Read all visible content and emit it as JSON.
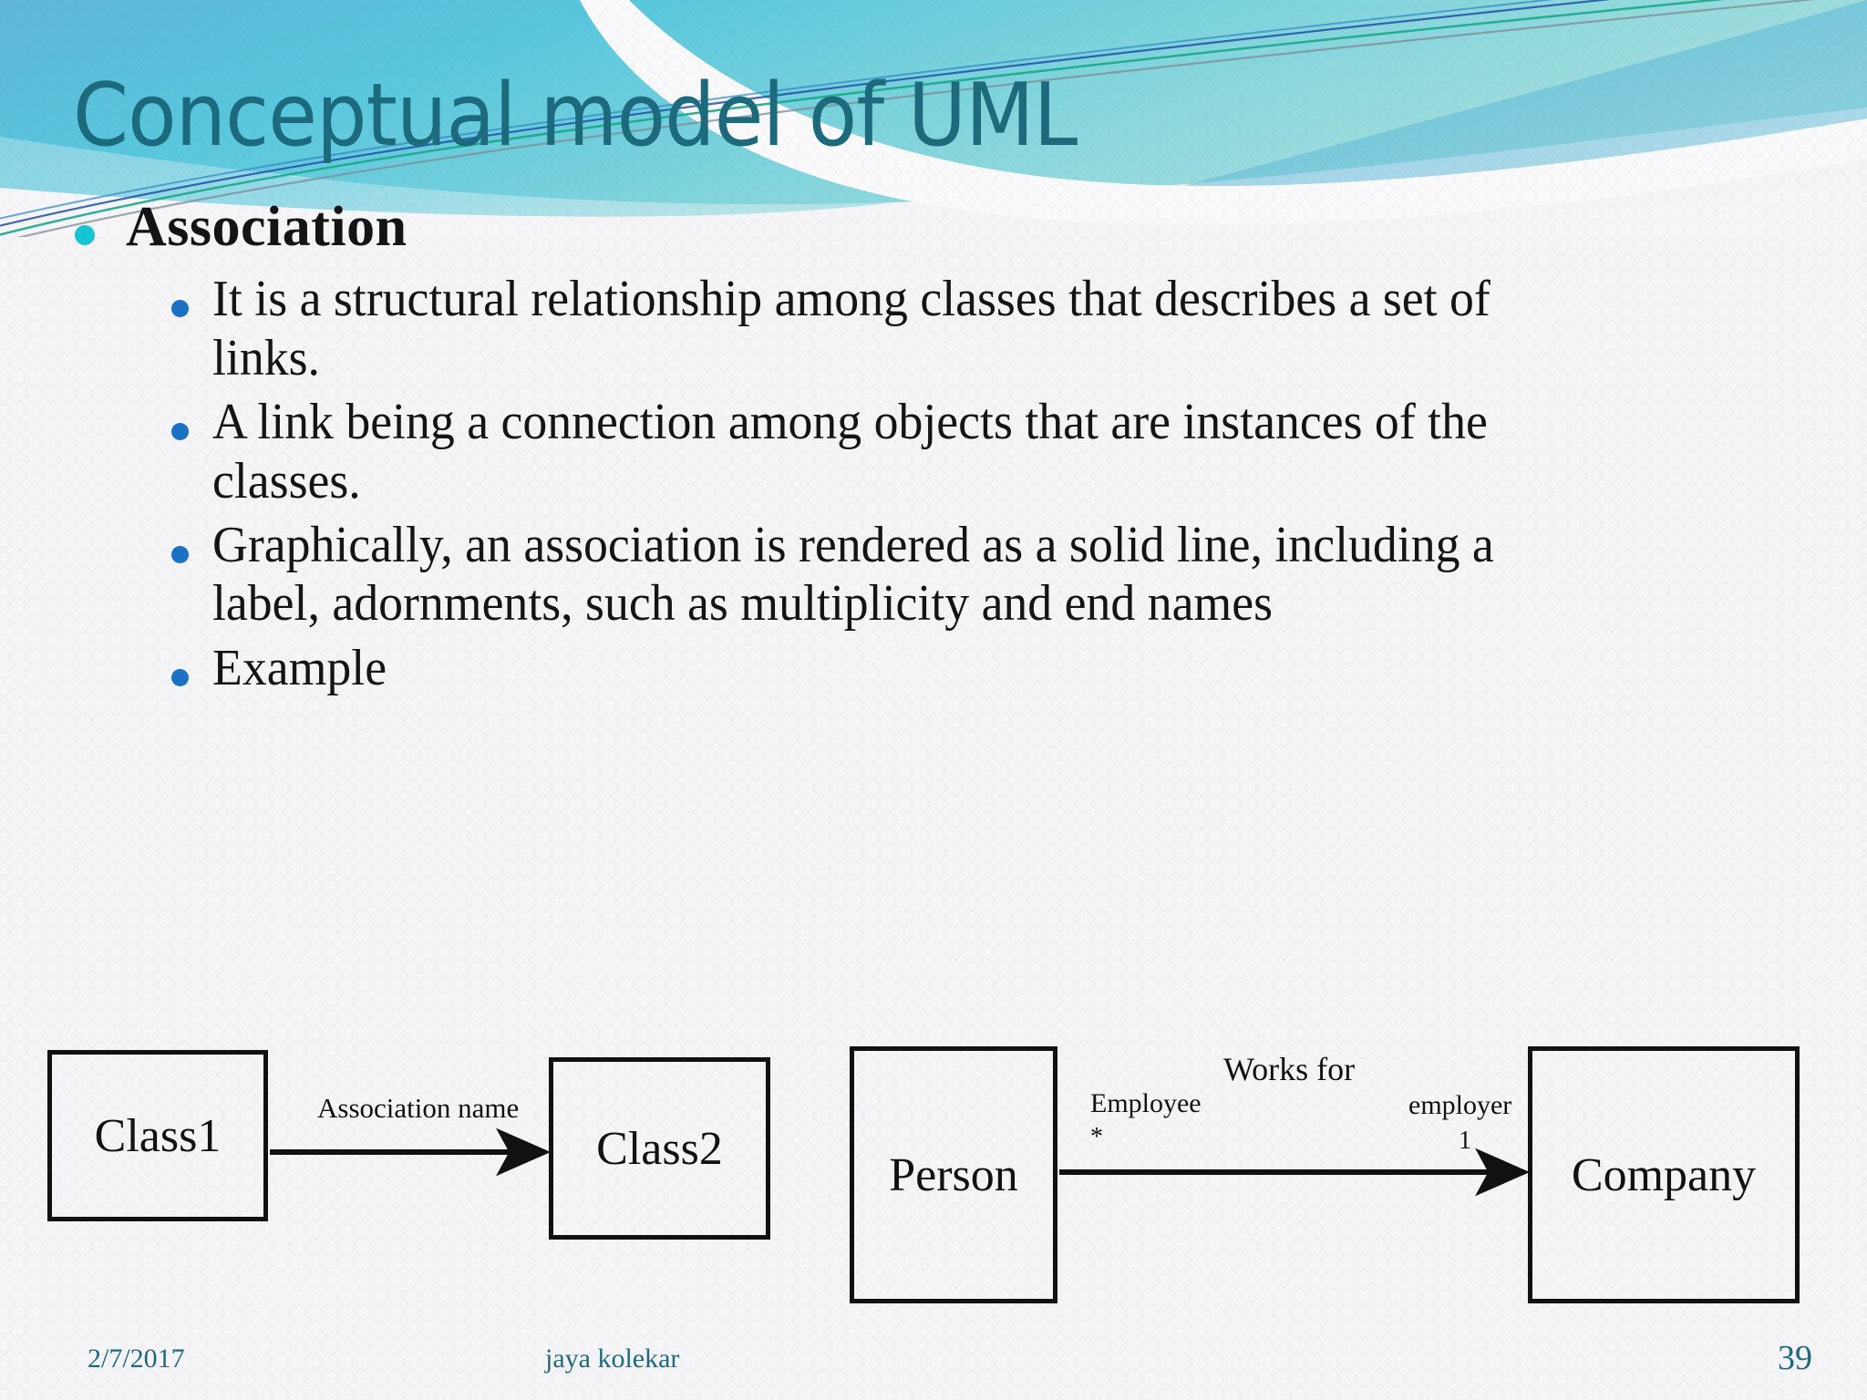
{
  "slide": {
    "title": "Conceptual model of UML",
    "title_color": "#1d6a7d",
    "background_color": "#f5f5f7"
  },
  "bullets": [
    {
      "level": 1,
      "text": "Association",
      "bold": true,
      "bullet_color": "#17c4d4"
    },
    {
      "level": 2,
      "text": "  It is a structural relationship among classes that describes a set of links.",
      "bold": false,
      "bullet_color": "#1b72c4"
    },
    {
      "level": 2,
      "text": " A link being a connection among objects that are instances of the classes.",
      "bold": false,
      "bullet_color": "#1b72c4"
    },
    {
      "level": 2,
      "text": "Graphically, an association is rendered as a solid line, including a label, adornments, such as multiplicity and end names",
      "bold": false,
      "bullet_color": "#1b72c4"
    },
    {
      "level": 2,
      "text": "Example",
      "bold": false,
      "bullet_color": "#1b72c4"
    }
  ],
  "diagram": {
    "left_example": {
      "source_box": "Class1",
      "target_box": "Class2",
      "association_label": "Association  name"
    },
    "right_example": {
      "source_box": "Person",
      "target_box": "Company",
      "association_label": "Works for",
      "source_role": "Employee",
      "source_multiplicity": "*",
      "target_role": "employer",
      "target_multiplicity": "1"
    }
  },
  "footer": {
    "date": "2/7/2017",
    "author": "jaya kolekar",
    "page_number": "39"
  }
}
